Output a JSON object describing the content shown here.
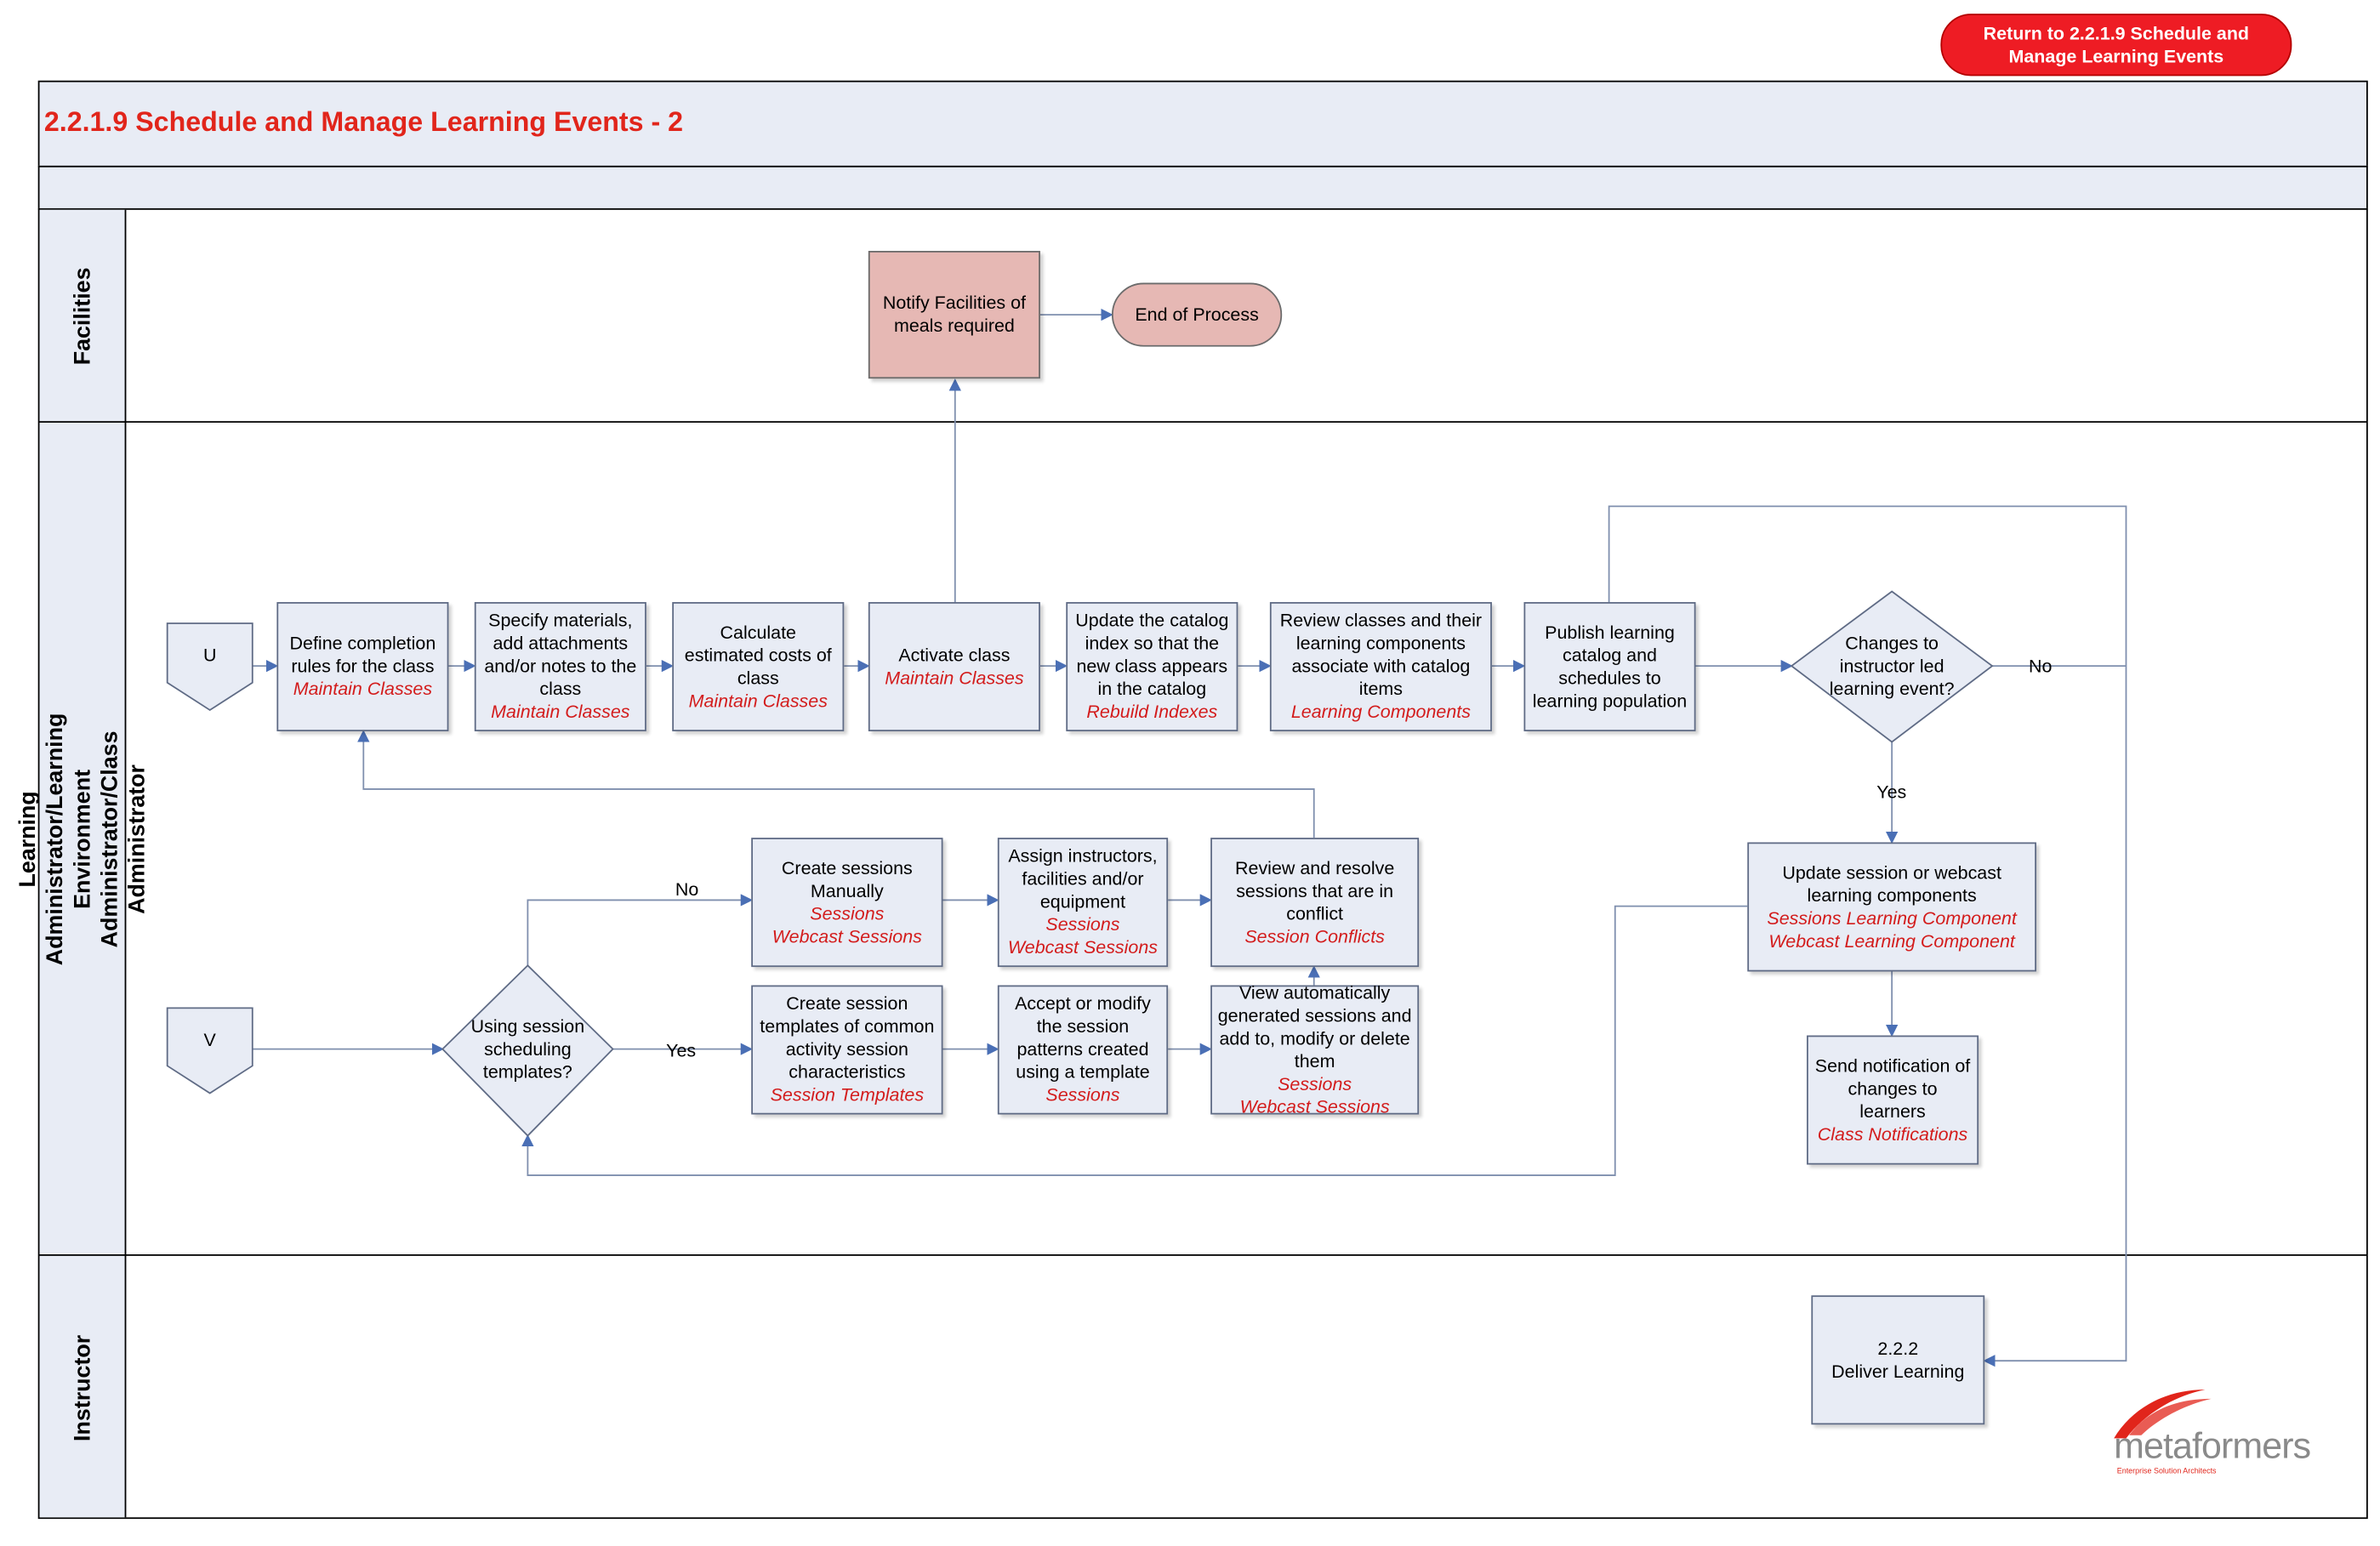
{
  "header": {
    "return_button": "Return to 2.2.1.9 Schedule and Manage Learning Events",
    "title": "2.2.1.9 Schedule and Manage Learning Events - 2"
  },
  "lanes": {
    "facilities": "Facilities",
    "admin": "Learning Administrator/Learning Environment Administrator/Class Administrator",
    "instructor": "Instructor"
  },
  "connectors": {
    "u": "U",
    "v": "V"
  },
  "nodes": {
    "notify_facilities": "Notify Facilities of meals required",
    "end_of_process": "End of Process",
    "define_completion": {
      "text": "Define completion rules for the class",
      "link": "Maintain Classes"
    },
    "specify_materials": {
      "text": "Specify materials, add attachments and/or notes to the class",
      "link": "Maintain Classes"
    },
    "calculate_costs": {
      "text": "Calculate estimated costs of class",
      "link": "Maintain Classes"
    },
    "activate_class": {
      "text": "Activate class",
      "link": "Maintain Classes"
    },
    "update_catalog": {
      "text": "Update the catalog index so that the new class appears in the catalog",
      "link": "Rebuild Indexes"
    },
    "review_classes": {
      "text": "Review classes and their learning components associate with catalog items",
      "link": "Learning Components"
    },
    "publish_catalog": "Publish learning catalog and schedules to learning population",
    "changes_decision": "Changes to instructor led learning event?",
    "update_session": {
      "text": "Update session or webcast learning components",
      "link1": "Sessions Learning Component",
      "link2": "Webcast Learning Component"
    },
    "send_notification": {
      "text": "Send notification of changes to learners",
      "link": "Class Notifications"
    },
    "using_templates": "Using session scheduling templates?",
    "create_manually": {
      "text": "Create sessions Manually",
      "link1": "Sessions",
      "link2": "Webcast Sessions"
    },
    "assign_instructors": {
      "text": "Assign instructors, facilities and/or equipment",
      "link1": "Sessions",
      "link2": "Webcast Sessions"
    },
    "review_conflicts": {
      "text": "Review and resolve sessions that are in conflict",
      "link": "Session Conflicts"
    },
    "create_templates": {
      "text": "Create session templates of common activity session characteristics",
      "link": "Session Templates"
    },
    "accept_modify": {
      "text": "Accept or modify the session patterns created using a template",
      "link": "Sessions"
    },
    "view_generated": {
      "text": "View automatically generated sessions and add to, modify or delete them",
      "link1": "Sessions",
      "link2": "Webcast Sessions"
    },
    "deliver_learning": {
      "number": "2.2.2",
      "text": "Deliver Learning"
    }
  },
  "edge_labels": {
    "no_changes": "No",
    "yes_changes": "Yes",
    "no_templates": "No",
    "yes_templates": "Yes"
  },
  "logo": {
    "name": "metaformers",
    "tagline": "Enterprise Solution Architects"
  },
  "colors": {
    "title_red": "#e1251b",
    "link_red": "#d31c1c",
    "lane_fill": "#e8ecf5",
    "end_fill": "#e6b8b4",
    "line": "#7f8fae"
  }
}
